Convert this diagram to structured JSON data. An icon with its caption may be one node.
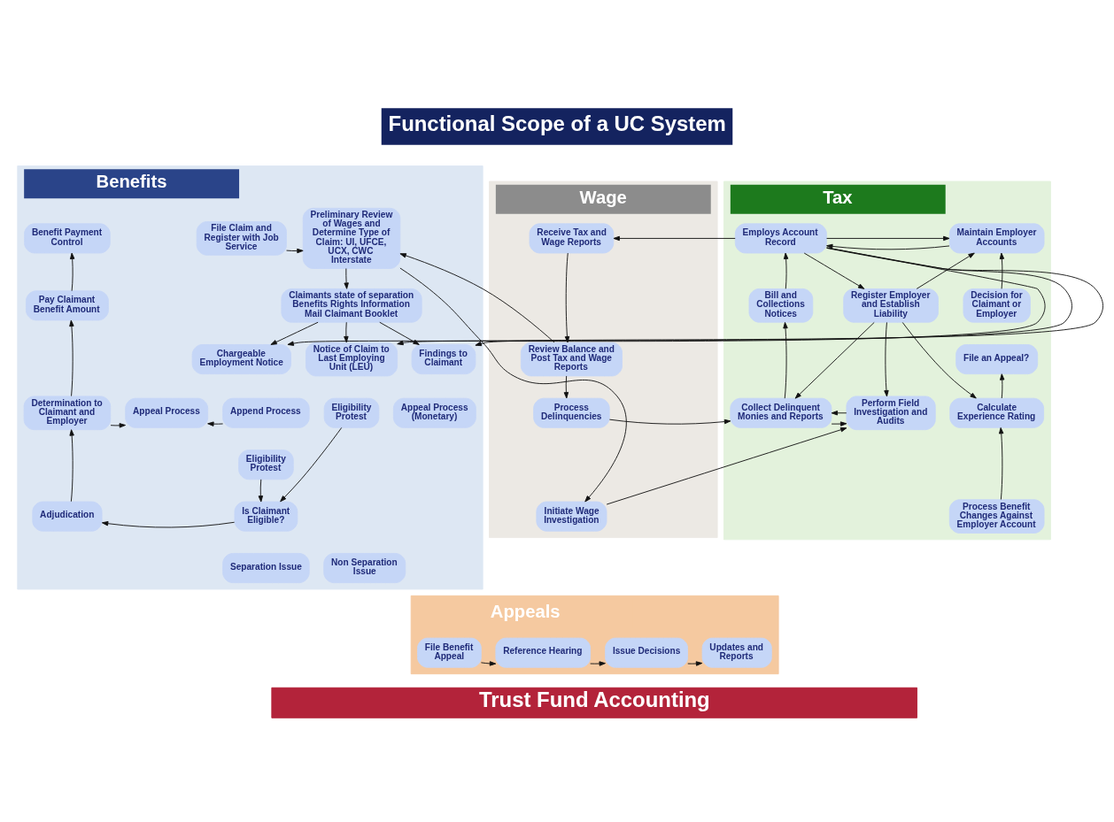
{
  "diagram": {
    "title": "Functional Scope of a UC System",
    "nodes": [
      {
        "text": [
          "Benefits"
        ]
      },
      {
        "text": [
          "File Claim and Register with Job Service"
        ],
        "in": 0
      },
      {
        "text": [
          "Preliminary Review of Wages and Determine Type of Claim: UI, UFCE, UCX, CWC Interstate"
        ],
        "in": 0
      },
      {
        "text": [
          "Claimants state of separation",
          "Benefits Rights Information",
          "Mail Claimant Booklet"
        ],
        "in": 0
      },
      {
        "text": [
          "Benefit Payment Control"
        ],
        "in": 0
      },
      {
        "text": [
          "Pay Claimant Benefit Amount"
        ],
        "in": 0
      },
      {
        "text": [
          "Chargeable Employment Notice"
        ],
        "in": 0
      },
      {
        "text": [
          "Notice of Claim to Last Employing Unit (LEU)"
        ],
        "in": 0
      },
      {
        "text": [
          "Findings to Claimant"
        ],
        "in": 0
      },
      {
        "text": [
          "Determination to Claimant and Employer"
        ],
        "in": 0
      },
      {
        "text": [
          "Appeal Process"
        ],
        "in": 0
      },
      {
        "text": [
          "Append Process"
        ],
        "in": 0
      },
      {
        "text": [
          "Eligibility Protest"
        ],
        "in": 0
      },
      {
        "text": [
          "Appeal Process (Monetary)"
        ],
        "in": 0
      },
      {
        "text": [
          "Eligibility Protest"
        ],
        "in": 0
      },
      {
        "text": [
          "Adjudication"
        ],
        "in": 0
      },
      {
        "text": [
          "Is Claimant Eligible?"
        ],
        "in": 0
      },
      {
        "text": [
          "Separation Issue"
        ],
        "in": 0
      },
      {
        "text": [
          "Non Separation Issue"
        ],
        "in": 0
      },
      {
        "text": [
          "Wage"
        ]
      },
      {
        "text": [
          "Receive Tax and Wage Reports"
        ],
        "in": 19
      },
      {
        "text": [
          "Review Balance and Post Tax and Wage Reports"
        ],
        "in": 19
      },
      {
        "text": [
          "Process Delinquencies"
        ],
        "in": 19
      },
      {
        "text": [
          "Initiate Wage Investigation"
        ],
        "in": 19
      },
      {
        "text": [
          "Tax"
        ]
      },
      {
        "text": [
          "Employs Account Record"
        ],
        "in": 24
      },
      {
        "text": [
          "Maintain Employer Accounts"
        ],
        "in": 24
      },
      {
        "text": [
          "Bill and Collections Notices"
        ],
        "in": 24
      },
      {
        "text": [
          "Register Employer and Establish Liability"
        ],
        "in": 24
      },
      {
        "text": [
          "Decision for Claimant or Employer"
        ],
        "in": 24
      },
      {
        "text": [
          "File an Appeal?"
        ],
        "in": 24
      },
      {
        "text": [
          "Collect Delinquent Monies and Reports"
        ],
        "in": 24
      },
      {
        "text": [
          "Perform Field Investigation and Audits"
        ],
        "in": 24
      },
      {
        "text": [
          "Calculate Experience Rating"
        ],
        "in": 24
      },
      {
        "text": [
          "Process Benefit Changes Against Employer Account"
        ],
        "in": 24
      },
      {
        "text": [
          "Appeals"
        ]
      },
      {
        "text": [
          "File Benefit Appeal"
        ],
        "in": 35
      },
      {
        "text": [
          "Reference Hearing"
        ],
        "in": 35
      },
      {
        "text": [
          "Issue Decisions"
        ],
        "in": 35
      },
      {
        "text": [
          "Updates and Reports"
        ],
        "in": 35
      },
      {
        "text": [
          "Trust Fund Accounting"
        ]
      }
    ],
    "edges": [
      {
        "from": 1,
        "to": 2,
        "arrow": "to"
      },
      {
        "from": 2,
        "to": 3,
        "arrow": "to"
      },
      {
        "from": 5,
        "to": 4,
        "arrow": "to"
      },
      {
        "from": 3,
        "to": 6,
        "arrow": "to"
      },
      {
        "from": 3,
        "to": 7,
        "arrow": "to"
      },
      {
        "from": 3,
        "to": 8,
        "arrow": "to"
      },
      {
        "from": 25,
        "to": 6,
        "arrow": "to"
      },
      {
        "from": 25,
        "to": 7,
        "arrow": "to"
      },
      {
        "from": 25,
        "to": 8,
        "arrow": "to"
      },
      {
        "from": 9,
        "to": 10,
        "arrow": "to"
      },
      {
        "from": 11,
        "to": 10,
        "arrow": "to"
      },
      {
        "from": 9,
        "to": 5,
        "arrow": "to"
      },
      {
        "from": 15,
        "to": 9,
        "arrow": "to"
      },
      {
        "from": 16,
        "to": 15,
        "arrow": "to"
      },
      {
        "from": 14,
        "to": 16,
        "arrow": "to"
      },
      {
        "from": 12,
        "to": 16,
        "arrow": "to"
      },
      {
        "from": 21,
        "to": 2,
        "arrow": "to"
      },
      {
        "from": 2,
        "to": 23,
        "arrow": "to"
      },
      {
        "from": 25,
        "to": 20,
        "arrow": "to"
      },
      {
        "from": 20,
        "to": 21,
        "arrow": "to"
      },
      {
        "from": 21,
        "to": 22,
        "arrow": "to"
      },
      {
        "from": 22,
        "to": 31,
        "arrow": "to"
      },
      {
        "from": 23,
        "to": 32,
        "arrow": "to"
      },
      {
        "from": 26,
        "to": 25,
        "arrow": "to"
      },
      {
        "from": 25,
        "to": 26,
        "arrow": "to"
      },
      {
        "from": 27,
        "to": 25,
        "arrow": "to"
      },
      {
        "from": 25,
        "to": 28,
        "arrow": "to"
      },
      {
        "from": 28,
        "to": 26,
        "arrow": "to"
      },
      {
        "from": 28,
        "to": 31,
        "arrow": "to"
      },
      {
        "from": 28,
        "to": 32,
        "arrow": "to"
      },
      {
        "from": 28,
        "to": 33,
        "arrow": "to"
      },
      {
        "from": 31,
        "to": 27,
        "arrow": "to"
      },
      {
        "from": 31,
        "to": 32,
        "arrow": "to"
      },
      {
        "from": 32,
        "to": 31,
        "arrow": "to"
      },
      {
        "from": 33,
        "to": 30,
        "arrow": "to"
      },
      {
        "from": 29,
        "to": 26,
        "arrow": "to"
      },
      {
        "from": 34,
        "to": 33,
        "arrow": "to"
      },
      {
        "from": 36,
        "to": 37,
        "arrow": "to"
      },
      {
        "from": 37,
        "to": 38,
        "arrow": "to"
      },
      {
        "from": 38,
        "to": 39,
        "arrow": "to"
      }
    ]
  }
}
